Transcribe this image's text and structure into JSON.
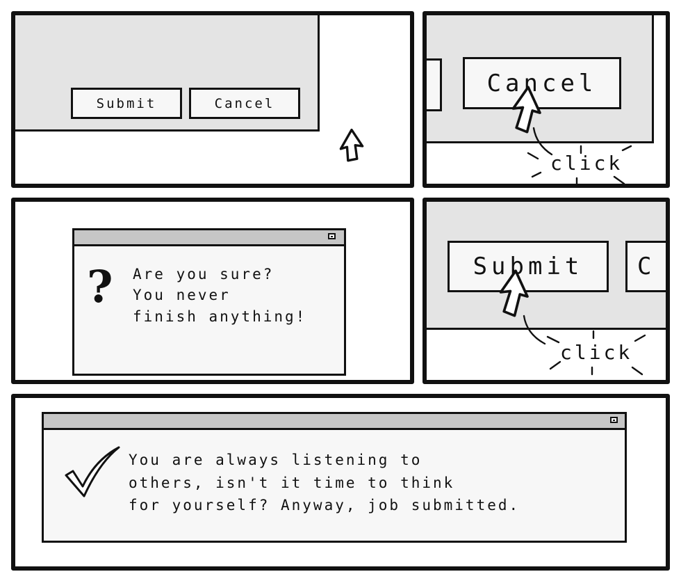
{
  "panel1": {
    "submit_label": "Submit",
    "cancel_label": "Cancel"
  },
  "panel2": {
    "cancel_label": "Cancel",
    "click_text": "click"
  },
  "panel3": {
    "question_mark": "?",
    "message_lines": [
      "Are you sure?",
      "You never",
      "finish anything!"
    ]
  },
  "panel4": {
    "submit_label": "Submit",
    "partial_label": "C",
    "click_text": "click"
  },
  "panel5": {
    "message_lines": [
      "You are always listening to",
      "others, isn't it time to think",
      "for yourself? Anyway, job submitted."
    ]
  },
  "icons": {
    "cursor": "arrow-cursor-icon",
    "window_control": "window-control-icon",
    "question": "question-mark-icon",
    "check": "checkmark-icon"
  },
  "colors": {
    "ink": "#111111",
    "panel_background": "#ffffff",
    "window_gray": "#e4e4e4",
    "titlebar_gray": "#c6c6c6",
    "button_face": "#f7f7f7"
  }
}
